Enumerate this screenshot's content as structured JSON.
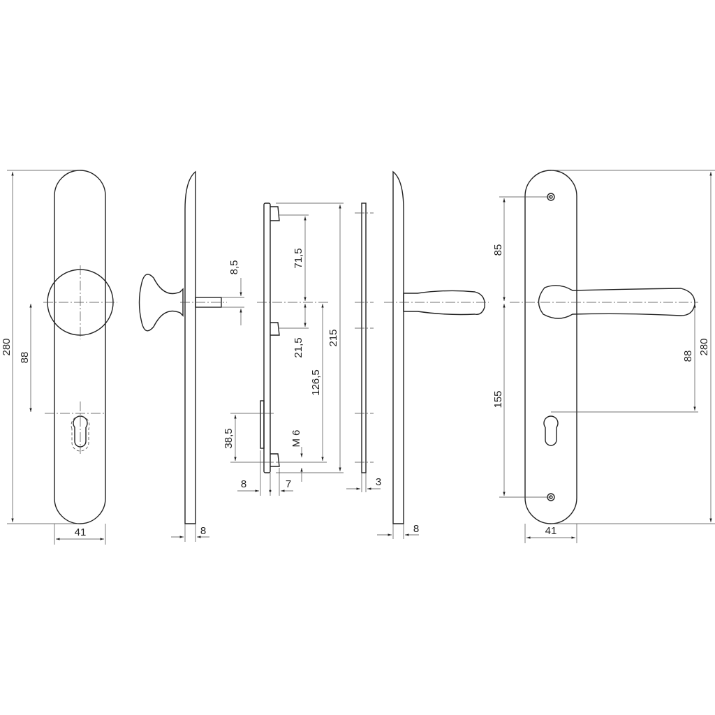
{
  "view_knob_front": {
    "height": "280",
    "center_to_cylinder": "88",
    "width": "41"
  },
  "view_knob_side": {
    "spindle": "8,5",
    "thickness": "8"
  },
  "view_backplate": {
    "top_to_center": "71,5",
    "center_to_lug": "21,5",
    "total": "215",
    "center_to_bottom": "126,5",
    "cylinder_offset": "38,5",
    "thread": "M 6",
    "depth_left": "8",
    "depth_right": "7"
  },
  "view_insert": {
    "thickness": "3"
  },
  "view_lever_side": {
    "thickness": "8"
  },
  "view_lever_front": {
    "top_screw": "85",
    "bottom_screw": "155",
    "center_to_cylinder": "88",
    "height": "280",
    "width": "41"
  }
}
